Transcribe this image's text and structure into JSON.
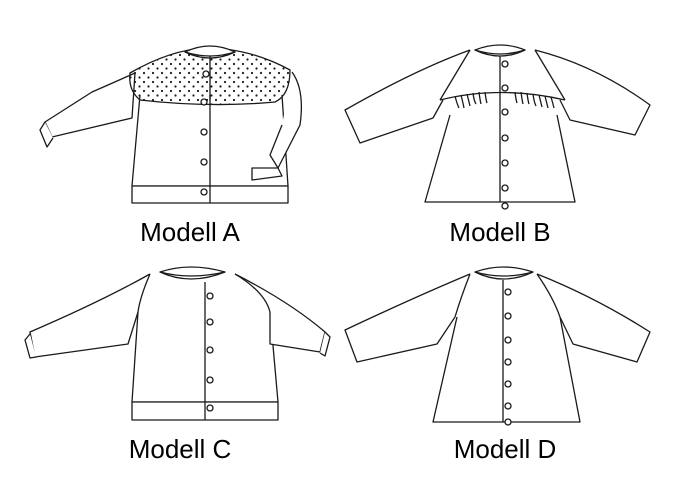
{
  "line_color": "#1a1a1a",
  "background_color": "#ffffff",
  "models": {
    "a": {
      "label": "Modell A",
      "features": [
        "dotted yoke",
        "ribbed waistband",
        "ribbed cuffs",
        "5 buttons"
      ]
    },
    "b": {
      "label": "Modell B",
      "features": [
        "raglan sleeves",
        "fringe trim",
        "no waistband",
        "7 buttons"
      ]
    },
    "c": {
      "label": "Modell C",
      "features": [
        "raglan sleeves",
        "ribbed waistband",
        "ribbed cuffs",
        "5 buttons"
      ]
    },
    "d": {
      "label": "Modell D",
      "features": [
        "raglan sleeves",
        "no waistband",
        "7 buttons"
      ]
    }
  }
}
